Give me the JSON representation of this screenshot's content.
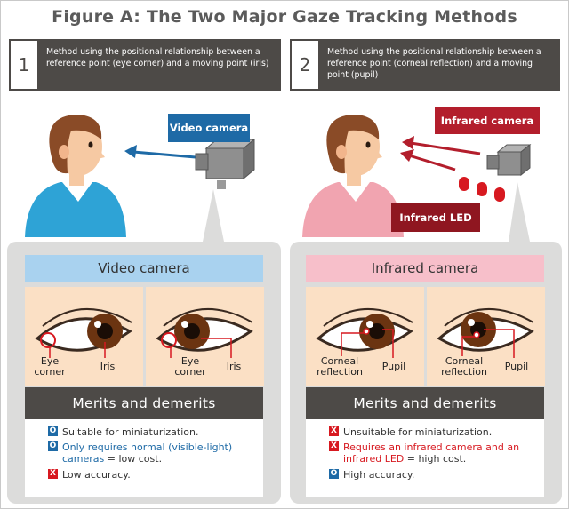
{
  "title": "Figure A: The Two Major Gaze Tracking Methods",
  "methods": [
    {
      "number": "1",
      "text": "Method using the positional relationship between a reference point (eye corner) and a moving point (iris)"
    },
    {
      "number": "2",
      "text": "Method using the positional relationship between a reference point (corneal reflection) and a moving point (pupil)"
    }
  ],
  "tags": {
    "video_camera": "Video camera",
    "infrared_camera": "Infrared camera",
    "infrared_led": "Infrared LED"
  },
  "left_panel": {
    "header": "Video camera",
    "eye1": {
      "ref": "Eye corner",
      "moving": "Iris"
    },
    "eye2": {
      "ref": "Eye corner",
      "moving": "Iris"
    },
    "merits_title": "Merits and demerits",
    "items": [
      {
        "icon": "O",
        "text": "Suitable for miniaturization."
      },
      {
        "icon": "O",
        "text_a": "Only requires normal (visible-light)",
        "text_b": "cameras",
        "text_c": " = low cost."
      },
      {
        "icon": "X",
        "text": "Low accuracy."
      }
    ]
  },
  "right_panel": {
    "header": "Infrared camera",
    "eye1": {
      "ref": "Corneal reflection",
      "moving": "Pupil"
    },
    "eye2": {
      "ref": "Corneal reflection",
      "moving": "Pupil"
    },
    "merits_title": "Merits and demerits",
    "items": [
      {
        "icon": "X",
        "text": "Unsuitable for miniaturization."
      },
      {
        "icon": "X",
        "text_a": "Requires an infrared camera and an",
        "text_b": "infrared LED",
        "text_c": " =  high cost."
      },
      {
        "icon": "O",
        "text": "High accuracy."
      }
    ]
  },
  "colors": {
    "blue": "#1e6aa6",
    "red": "#b31e2c",
    "dark": "#4d4a47",
    "skin": "#fbe0c5",
    "light_blue": "#a9d2ef",
    "light_pink": "#f7bfca"
  }
}
